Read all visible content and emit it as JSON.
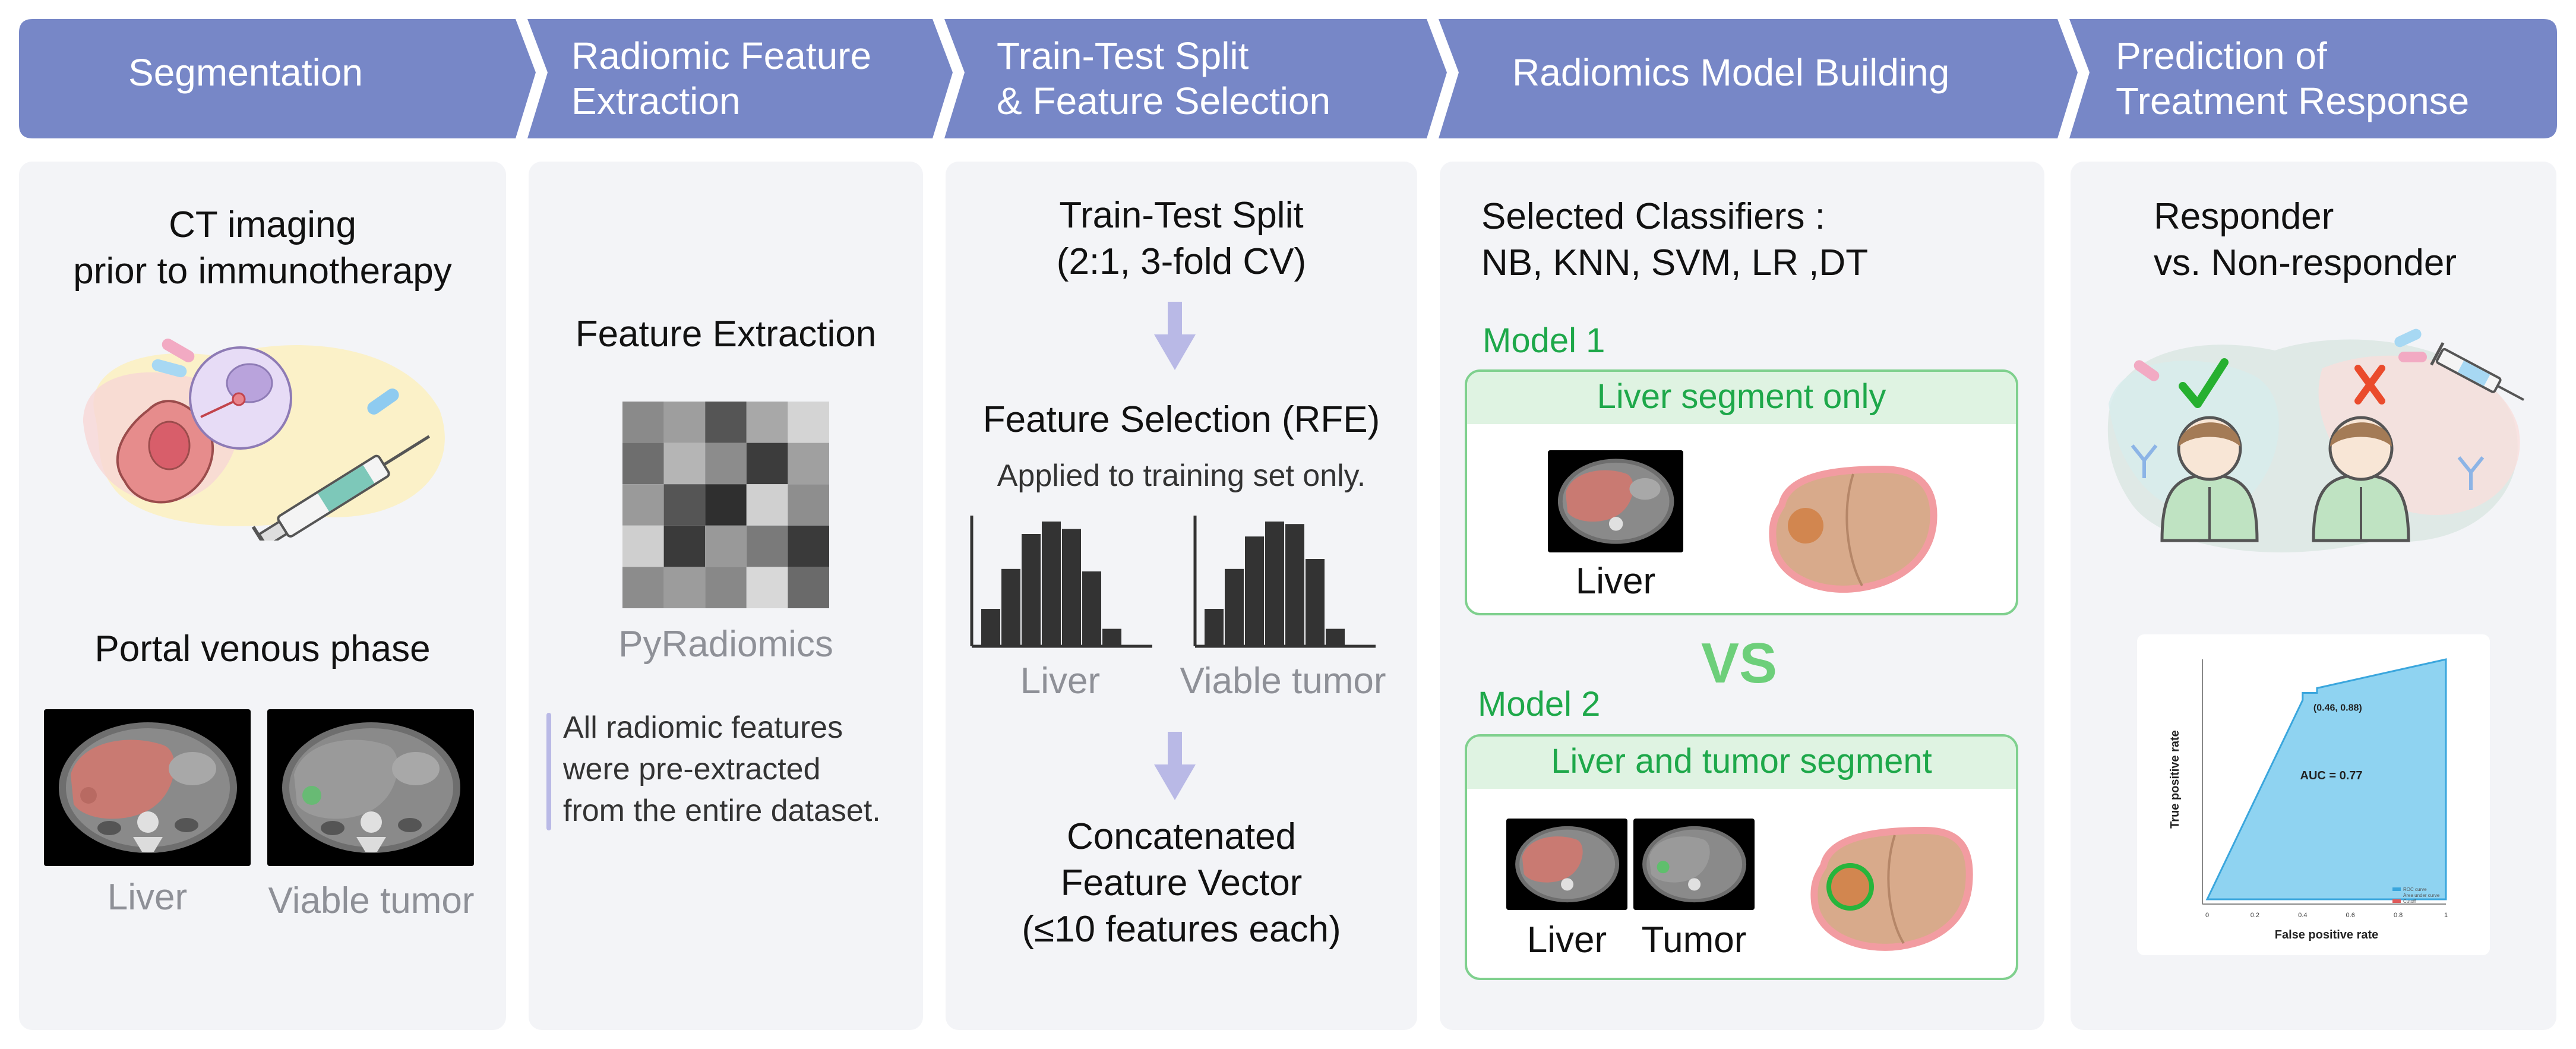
{
  "colors": {
    "header": "#7787c7",
    "panel": "#f3f4f7",
    "green": "#1ea84a",
    "accent_arrow": "#b9b9e6",
    "roc_fill": "#8fd3f1"
  },
  "steps": [
    {
      "title_line1": "Segmentation",
      "title_line2": ""
    },
    {
      "title_line1": "Radiomic Feature",
      "title_line2": "Extraction"
    },
    {
      "title_line1": "Train-Test Split",
      "title_line2": "& Feature Selection"
    },
    {
      "title_line1": "Radiomics Model Building",
      "title_line2": ""
    },
    {
      "title_line1": "Prediction of",
      "title_line2": "Treatment Response"
    }
  ],
  "seg": {
    "ct_line1": "CT imaging",
    "ct_line2": "prior to immunotherapy",
    "phase": "Portal venous phase",
    "label_liver": "Liver",
    "label_tumor": "Viable tumor",
    "illustration_icon": "immunotherapy-illustration"
  },
  "extract": {
    "heading": "Feature Extraction",
    "tool": "PyRadiomics",
    "note_line1": "All radiomic features",
    "note_line2": "were pre-extracted",
    "note_line3": "from the entire dataset.",
    "matrix_gray": [
      [
        "#8a8a8a",
        "#9e9e9e",
        "#555555",
        "#a8a8a8",
        "#d4d4d4"
      ],
      [
        "#6e6e6e",
        "#b5b5b5",
        "#8c8c8c",
        "#3c3c3c",
        "#a0a0a0"
      ],
      [
        "#9a9a9a",
        "#555555",
        "#2f2f2f",
        "#d0d0d0",
        "#8e8e8e"
      ],
      [
        "#cfcfcf",
        "#3a3a3a",
        "#999999",
        "#7a7a7a",
        "#3a3a3a"
      ],
      [
        "#8c8c8c",
        "#9c9c9c",
        "#888888",
        "#d8d8d8",
        "#6a6a6a"
      ]
    ]
  },
  "split": {
    "line1": "Train-Test Split",
    "line2": "(2:1, 3-fold CV)",
    "fs_title": "Feature Selection (RFE)",
    "fs_sub": "Applied to training set only.",
    "hist_liver_label": "Liver",
    "hist_tumor_label": "Viable tumor",
    "hist_liver": [
      0.3,
      0.62,
      0.9,
      1.0,
      0.94,
      0.6,
      0.14
    ],
    "hist_tumor": [
      0.3,
      0.62,
      0.88,
      1.0,
      0.98,
      0.7,
      0.14
    ],
    "concat_line1": "Concatenated",
    "concat_line2": "Feature Vector",
    "concat_line3": "(≤10 features each)"
  },
  "model": {
    "classifiers_line1": "Selected Classifiers :",
    "classifiers_line2": "NB, KNN, SVM, LR ,DT",
    "model1_label": "Model 1",
    "model1_bar": "Liver segment only",
    "model1_img_label": "Liver",
    "vs": "VS",
    "model2_label": "Model 2",
    "model2_bar": "Liver and tumor segment",
    "model2_img1_label": "Liver",
    "model2_img2_label": "Tumor"
  },
  "predict": {
    "line1": "Responder",
    "line2": "vs. Non-responder",
    "check_icon": "check-icon",
    "cross_icon": "cross-icon"
  },
  "chart_data": {
    "type": "area",
    "title": "",
    "xlabel": "False positive rate",
    "ylabel": "True positive rate",
    "xlim": [
      0,
      1
    ],
    "ylim": [
      0,
      1
    ],
    "x": [
      0.0,
      0.4,
      0.4,
      0.46,
      0.46,
      1.0,
      1.0
    ],
    "y": [
      0.0,
      0.83,
      0.86,
      0.86,
      0.88,
      1.0,
      0.0
    ],
    "annotation_point": "(0.46, 0.88)",
    "annotation_auc": "AUC = 0.77",
    "x_ticks": [
      "0",
      "0.2",
      "0.4",
      "0.6",
      "0.8",
      "1"
    ],
    "legend": [
      "ROC curve",
      "Area under curve",
      "Cutoff"
    ]
  }
}
